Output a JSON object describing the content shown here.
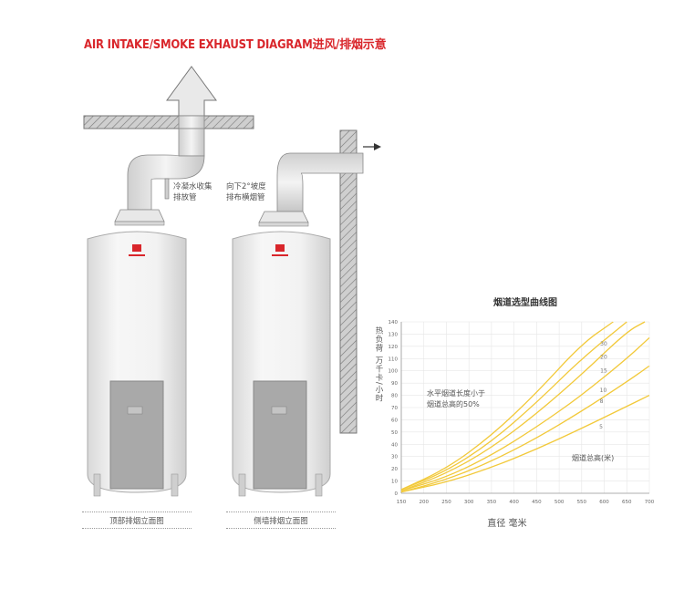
{
  "title": "AIR INTAKE/SMOKE EXHAUST DIAGRAM进风/排烟示意",
  "heaters": [
    {
      "caption_lines": [
        "冷凝水收集",
        "排放管"
      ],
      "bottom_label": "顶部排烟立面图"
    },
    {
      "caption_lines": [
        "向下2°坡度",
        "排布横烟管"
      ],
      "bottom_label": "侧墙排烟立面图"
    }
  ],
  "colors": {
    "accent": "#d9262b",
    "curve": "#f2c93a",
    "grid": "#e6e6e6",
    "panel": "#a9a9a9"
  },
  "chart_data": {
    "type": "line",
    "title": "烟道选型曲线图",
    "xlabel": "直径 毫米",
    "ylabel": "热负荷 万千卡/小时",
    "xlim": [
      150,
      700
    ],
    "ylim": [
      0,
      140
    ],
    "x_ticks": [
      150,
      200,
      250,
      300,
      350,
      400,
      450,
      500,
      550,
      600,
      650,
      700
    ],
    "y_ticks": [
      0,
      10,
      20,
      30,
      40,
      50,
      60,
      70,
      80,
      90,
      100,
      110,
      120,
      130,
      140
    ],
    "grid": true,
    "annotation_lines": [
      "水平烟道长度小于",
      "烟道总高的50%"
    ],
    "series_label_title": "烟道总高(米)",
    "series": [
      {
        "name": "30",
        "x": [
          150,
          250,
          350,
          450,
          550,
          620
        ],
        "y": [
          3,
          20,
          47,
          82,
          122,
          140
        ]
      },
      {
        "name": "20",
        "x": [
          150,
          250,
          350,
          450,
          550,
          650
        ],
        "y": [
          3,
          18,
          42,
          74,
          110,
          140
        ]
      },
      {
        "name": "15",
        "x": [
          150,
          250,
          350,
          450,
          550,
          650,
          690
        ],
        "y": [
          2,
          16,
          37,
          65,
          97,
          132,
          140
        ]
      },
      {
        "name": "10",
        "x": [
          150,
          250,
          350,
          450,
          550,
          650,
          700
        ],
        "y": [
          2,
          13,
          31,
          54,
          80,
          110,
          127
        ]
      },
      {
        "name": "8",
        "x": [
          150,
          250,
          350,
          450,
          550,
          650,
          700
        ],
        "y": [
          1,
          11,
          26,
          45,
          67,
          91,
          104
        ]
      },
      {
        "name": "5",
        "x": [
          150,
          250,
          350,
          450,
          550,
          650,
          700
        ],
        "y": [
          1,
          9,
          21,
          36,
          53,
          71,
          80
        ]
      }
    ]
  }
}
